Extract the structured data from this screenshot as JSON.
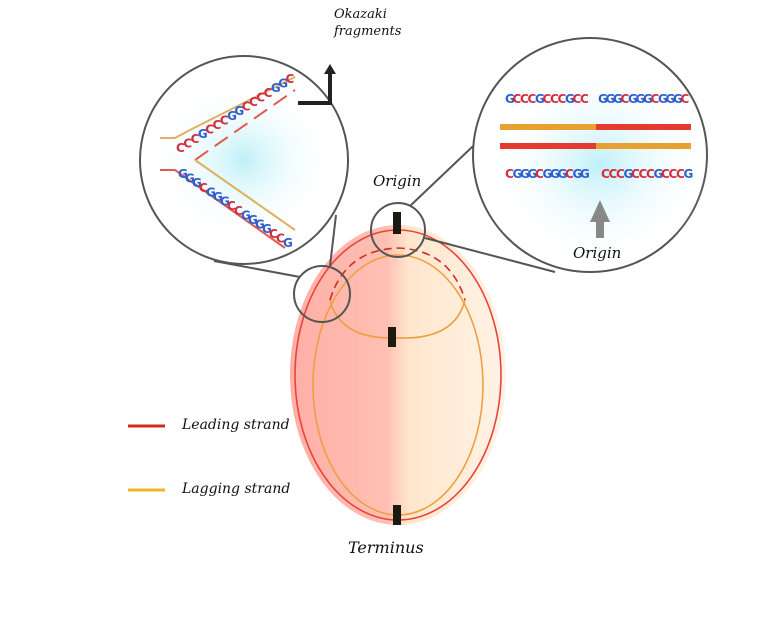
{
  "labels": {
    "okazaki": "Okazaki fragments",
    "origin_top": "Origin",
    "origin_zoom": "Origin",
    "terminus": "Terminus"
  },
  "legend": [
    {
      "label": "Leading strand",
      "color": "#d42a1e"
    },
    {
      "label": "Lagging strand",
      "color": "#f0b429"
    }
  ],
  "left_zoom": {
    "top_sequence": "CCCGCCCGGCCCCGGC",
    "bottom_sequence": "GGGCGGGCCGGGGCCG"
  },
  "right_zoom": {
    "top_sequence_1": "GCCCGCCCGCC",
    "top_sequence_2": "GGGCGGGCGGGC",
    "bottom_sequence_1": "CGGGCGGGCGG",
    "bottom_sequence_2": "CCCGCCCGCCCG"
  },
  "colors": {
    "G": "#3060d0",
    "C": "#d03040",
    "leading": "#d42a1e",
    "lagging": "#e8a030"
  }
}
